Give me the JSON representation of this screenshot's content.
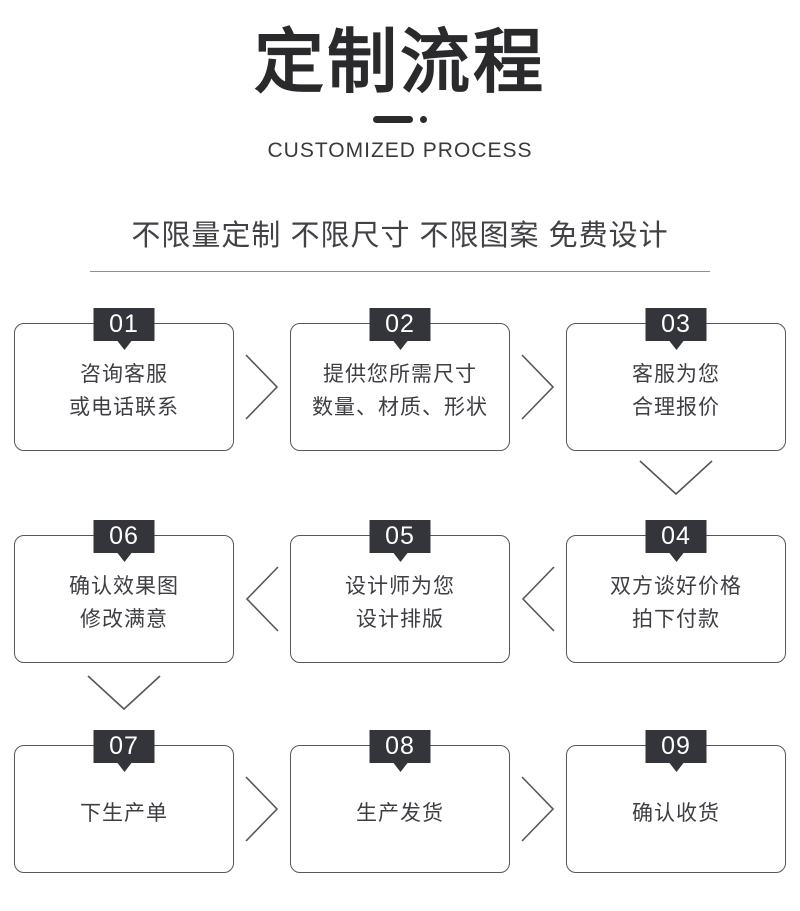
{
  "header": {
    "title": "定制流程",
    "subtitle": "CUSTOMIZED PROCESS"
  },
  "tagline": "不限量定制 不限尺寸 不限图案 免费设计",
  "steps": [
    {
      "number": "01",
      "lines": [
        "咨询客服",
        "或电话联系"
      ]
    },
    {
      "number": "02",
      "lines": [
        "提供您所需尺寸",
        "数量、材质、形状"
      ]
    },
    {
      "number": "03",
      "lines": [
        "客服为您",
        "合理报价"
      ]
    },
    {
      "number": "04",
      "lines": [
        "双方谈好价格",
        "拍下付款"
      ]
    },
    {
      "number": "05",
      "lines": [
        "设计师为您",
        "设计排版"
      ]
    },
    {
      "number": "06",
      "lines": [
        "确认效果图",
        "修改满意"
      ]
    },
    {
      "number": "07",
      "lines": [
        "下生产单"
      ]
    },
    {
      "number": "08",
      "lines": [
        "生产发货"
      ]
    },
    {
      "number": "09",
      "lines": [
        "确认收货"
      ]
    }
  ],
  "flow_order_note": "01>02>03 down, 04<05<06 (row shows 06,05,04), down, 07>08>09",
  "colors": {
    "badge_background": "#34353a",
    "badge_text": "#ffffff",
    "card_border": "#56575b",
    "card_text": "#3e3f43",
    "title_text": "#2a2a2c",
    "arrow_stroke": "#56575b"
  }
}
